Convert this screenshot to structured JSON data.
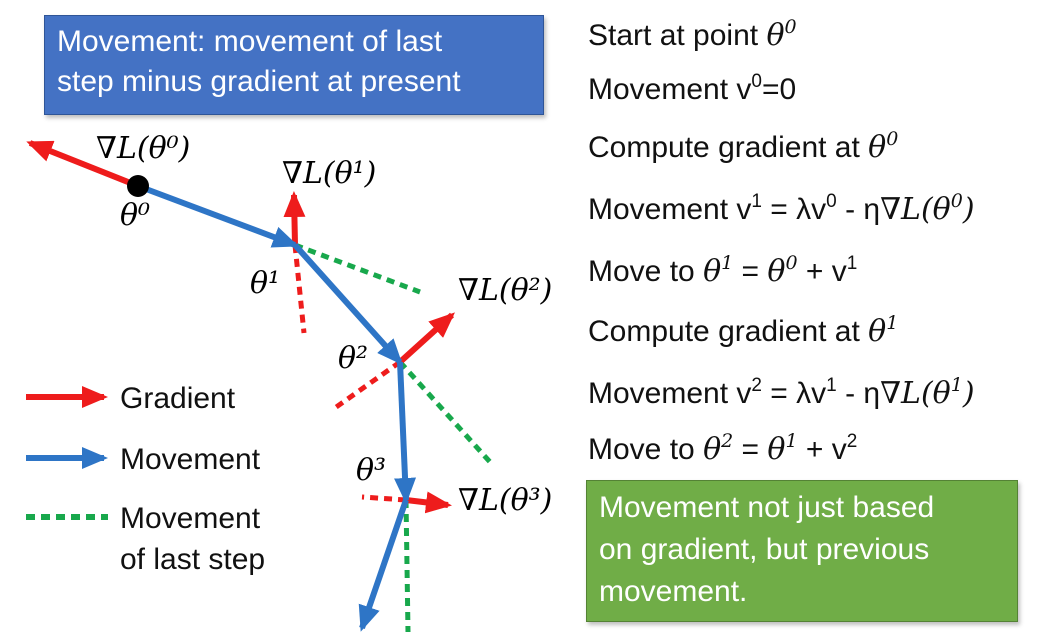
{
  "title_box": {
    "line1": "Movement: movement of last",
    "line2": "step minus gradient at present"
  },
  "diagram": {
    "labels": {
      "grad0": "∇L(θ⁰)",
      "grad1": "∇L(θ¹)",
      "grad2": "∇L(θ²)",
      "grad3": "∇L(θ³)",
      "theta0": "θ⁰",
      "theta1": "θ¹",
      "theta2": "θ²",
      "theta3": "θ³"
    },
    "colors": {
      "gradient": "#ee1c1c",
      "movement": "#2e75c6",
      "last_step": "#18a84c",
      "point": "#000000"
    }
  },
  "legend": {
    "gradient": "Gradient",
    "movement": "Movement",
    "last_step_line1": "Movement",
    "last_step_line2": "of last step"
  },
  "steps": [
    {
      "before": "Start at point ",
      "math": "θ",
      "sup": "0",
      "after": ""
    },
    {
      "before": "Movement v",
      "sup": "0",
      "after": "=0"
    },
    {
      "before": "Compute gradient at ",
      "math": "θ",
      "sup": "0",
      "after": ""
    },
    {
      "before": "Movement v",
      "sup": "1",
      "mid": " = λv",
      "sup2": "0",
      "mid2": " - η",
      "math": "∇L(θ",
      "sup3": "0",
      "after": ")"
    },
    {
      "before": "Move to ",
      "math": "θ",
      "sup": "1",
      "mid": " = ",
      "math2": "θ",
      "sup2": "0",
      "mid2": " + v",
      "sup3": "1",
      "after": ""
    },
    {
      "before": "Compute gradient at ",
      "math": "θ",
      "sup": "1",
      "after": ""
    },
    {
      "before": "Movement v",
      "sup": "2",
      "mid": " = λv",
      "sup2": "1",
      "mid2": " - η",
      "math": "∇L(θ",
      "sup3": "1",
      "after": ")"
    },
    {
      "before": "Move to ",
      "math": "θ",
      "sup": "2",
      "mid": " = ",
      "math2": "θ",
      "sup2": "1",
      "mid2": " + v",
      "sup3": "2",
      "after": ""
    }
  ],
  "note_box": {
    "line1": "Movement not just based",
    "line2": "on gradient, but previous",
    "line3": "movement."
  }
}
